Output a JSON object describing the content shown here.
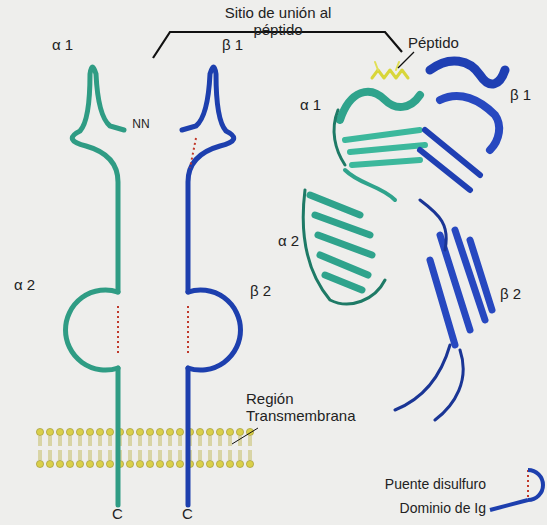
{
  "diagram": {
    "labels": [
      "Sitio de unión al péptido",
      "Péptido",
      "α 1",
      "β 1",
      "NN",
      "α 2",
      "β 2",
      "Región Transmembrana",
      "C",
      "C",
      "α 1",
      "β 1",
      "α 2",
      "β 2"
    ],
    "legend": [
      {
        "text": "Puente disulfuro"
      },
      {
        "text": "Dominio de Ig"
      }
    ]
  }
}
